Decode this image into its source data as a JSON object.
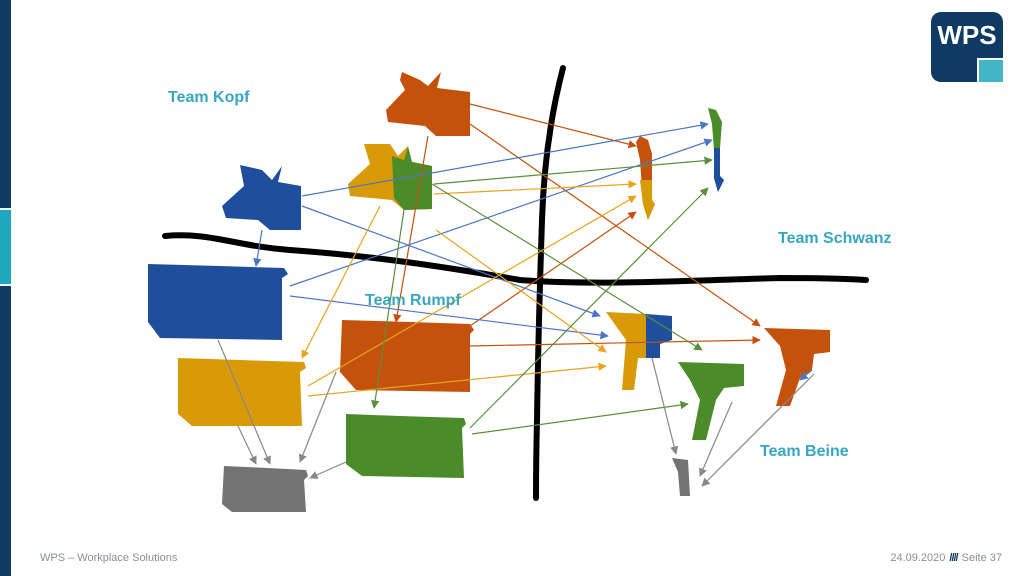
{
  "logo": {
    "text": "WPS"
  },
  "teams": {
    "kopf": "Team Kopf",
    "rumpf": "Team Rumpf",
    "schwanz": "Team Schwanz",
    "beine": "Team Beine"
  },
  "colors": {
    "blue": "#1f4e9c",
    "orange": "#c4520c",
    "yellow": "#d89a06",
    "green": "#4b8b2a",
    "gray": "#737373",
    "brand_dark": "#0e3a63",
    "brand_teal": "#38a6c1"
  },
  "footer": {
    "left": "WPS – Workplace Solutions",
    "date": "24.09.2020",
    "separator": "////",
    "page": "Seite 37"
  }
}
